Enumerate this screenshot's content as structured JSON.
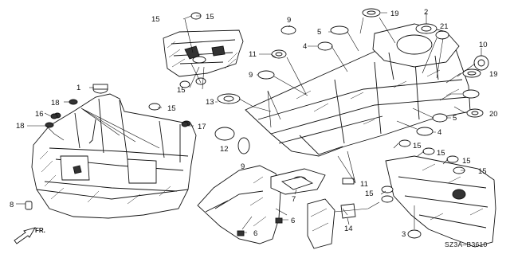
{
  "diagram_code": "SZ3A–B3610",
  "direction_label": "FR.",
  "callouts": [
    "1",
    "2",
    "3",
    "4",
    "5",
    "6",
    "7",
    "8",
    "9",
    "10",
    "11",
    "12",
    "13",
    "14",
    "15",
    "16",
    "17",
    "18",
    "19",
    "20",
    "21"
  ]
}
